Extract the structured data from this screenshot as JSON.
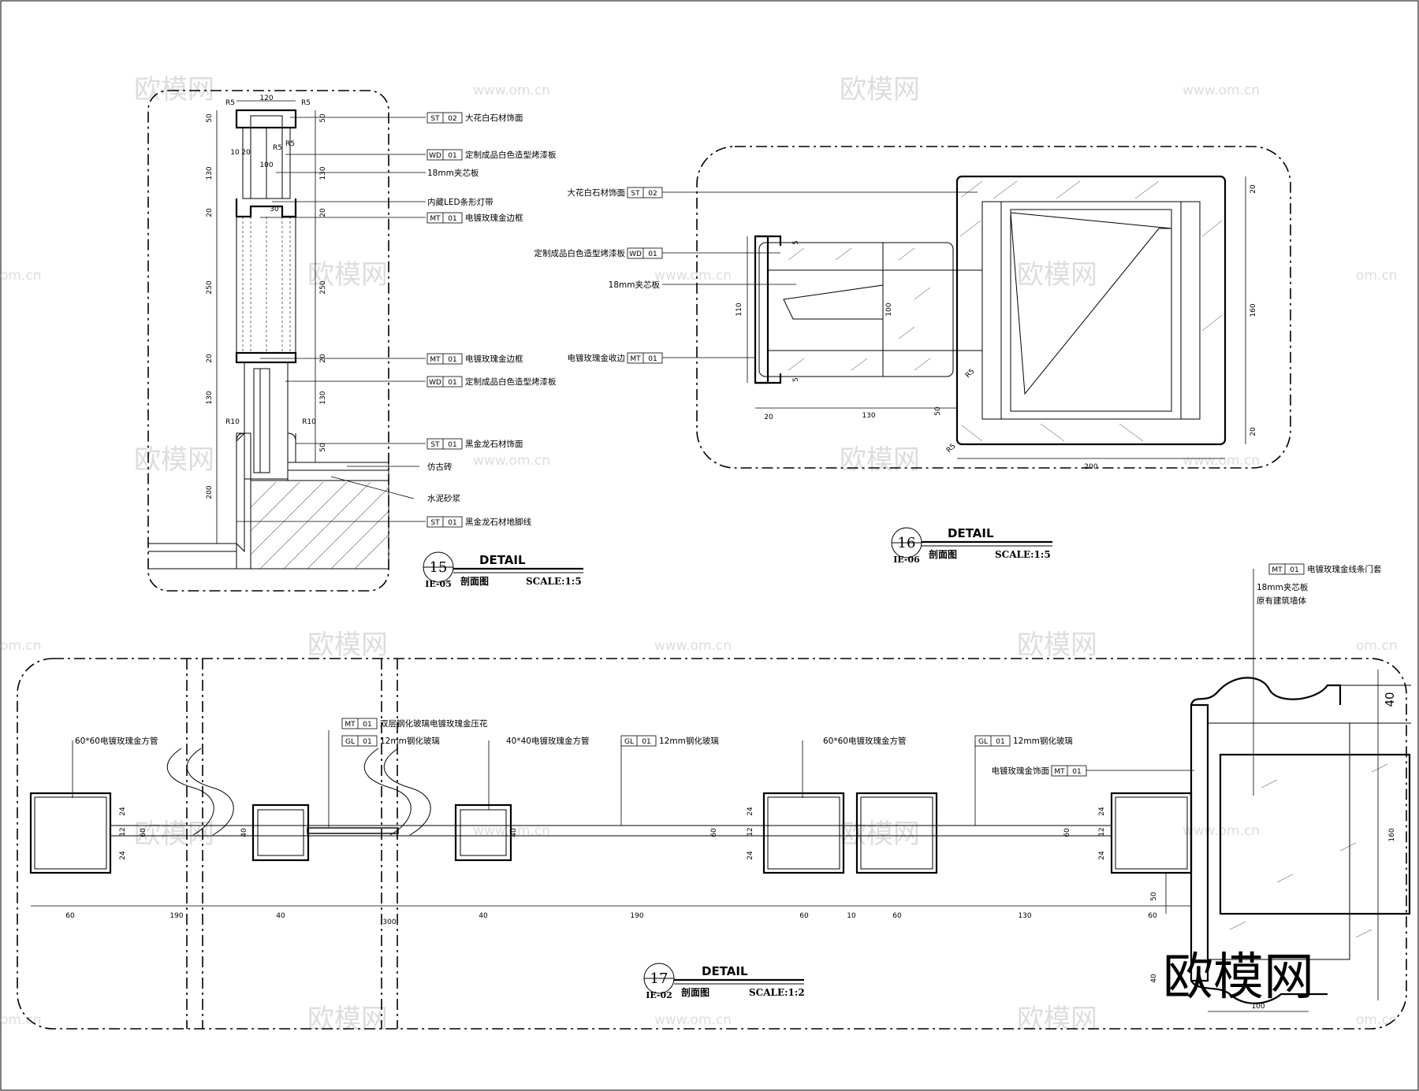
{
  "detail15": {
    "num": "15",
    "ref": "IE-05",
    "title": "DETAIL",
    "subtitle": "剖面图",
    "scale": "SCALE:1:5",
    "labels": [
      {
        "tag": "ST",
        "code": "02",
        "text": "大花白石材饰面"
      },
      {
        "tag": "WD",
        "code": "01",
        "text": "定制成品白色造型烤漆板"
      },
      {
        "tag": "",
        "code": "",
        "text": "18mm夹芯板"
      },
      {
        "tag": "",
        "code": "",
        "text": "内藏LED条形灯带"
      },
      {
        "tag": "MT",
        "code": "01",
        "text": "电镀玫瑰金边框"
      },
      {
        "tag": "MT",
        "code": "01",
        "text": "电镀玫瑰金边框"
      },
      {
        "tag": "WD",
        "code": "01",
        "text": "定制成品白色造型烤漆板"
      },
      {
        "tag": "ST",
        "code": "01",
        "text": "黑金龙石材饰面"
      },
      {
        "tag": "",
        "code": "",
        "text": "仿古砖"
      },
      {
        "tag": "",
        "code": "",
        "text": "水泥砂浆"
      },
      {
        "tag": "ST",
        "code": "01",
        "text": "黑金龙石材地脚线"
      }
    ],
    "dims_left": [
      "50",
      "130",
      "20",
      "250",
      "20",
      "130",
      "200"
    ],
    "dims_right": [
      "50",
      "130",
      "20",
      "250",
      "20",
      "130",
      "50"
    ],
    "dims_top": [
      "120",
      "R5",
      "R5",
      "10",
      "20",
      "100",
      "R5",
      "R5",
      "30",
      "R10",
      "R10"
    ]
  },
  "detail16": {
    "num": "16",
    "ref": "IE-06",
    "title": "DETAIL",
    "subtitle": "剖面图",
    "scale": "SCALE:1:5",
    "labels": [
      {
        "tag": "ST",
        "code": "02",
        "text": "大花白石材饰面"
      },
      {
        "tag": "WD",
        "code": "01",
        "text": "定制成品白色造型烤漆板"
      },
      {
        "tag": "",
        "code": "",
        "text": "18mm夹芯板"
      },
      {
        "tag": "MT",
        "code": "01",
        "text": "电镀玫瑰金收边"
      }
    ],
    "dims": {
      "left": "110",
      "inner": "100",
      "bottom_a": "20",
      "bottom_b": "130",
      "bottom_c": "50",
      "total": "200",
      "right_top": "20",
      "right_mid": "160",
      "right_bot": "20",
      "top_small": "5",
      "bot_small": "5",
      "r1": "R5",
      "r2": "R5"
    }
  },
  "detail17": {
    "num": "17",
    "ref": "IE-02",
    "title": "DETAIL",
    "subtitle": "剖面图",
    "scale": "SCALE:1:2",
    "labels": [
      {
        "tag": "",
        "code": "",
        "text": "60*60电镀玫瑰金方管"
      },
      {
        "tag": "MT",
        "code": "01",
        "text": "双层钢化玻璃电镀玫瑰金压花"
      },
      {
        "tag": "GL",
        "code": "01",
        "text": "12mm钢化玻璃"
      },
      {
        "tag": "",
        "code": "",
        "text": "40*40电镀玫瑰金方管"
      },
      {
        "tag": "GL",
        "code": "01",
        "text": "12mm钢化玻璃"
      },
      {
        "tag": "",
        "code": "",
        "text": "60*60电镀玫瑰金方管"
      },
      {
        "tag": "GL",
        "code": "01",
        "text": "12mm钢化玻璃"
      },
      {
        "tag": "MT",
        "code": "01",
        "text": "电镀玫瑰金线条门套"
      },
      {
        "tag": "",
        "code": "",
        "text": "18mm夹芯板"
      },
      {
        "tag": "",
        "code": "",
        "text": "原有建筑墙体"
      },
      {
        "tag": "MT",
        "code": "01",
        "text": "电镀玫瑰金饰面"
      }
    ],
    "dims_bottom": [
      "60",
      "190",
      "40",
      "300",
      "40",
      "190",
      "60",
      "10",
      "60",
      "130",
      "60"
    ],
    "dims_small": [
      "24",
      "12",
      "24",
      "60",
      "40",
      "40",
      "60",
      "24",
      "12",
      "24",
      "60",
      "24",
      "12",
      "24"
    ],
    "dims_right": [
      "40",
      "160",
      "50",
      "40",
      "100"
    ]
  },
  "watermark": {
    "logo": "欧模网",
    "url": "www.om.cn",
    "url_short": "om.cn"
  }
}
